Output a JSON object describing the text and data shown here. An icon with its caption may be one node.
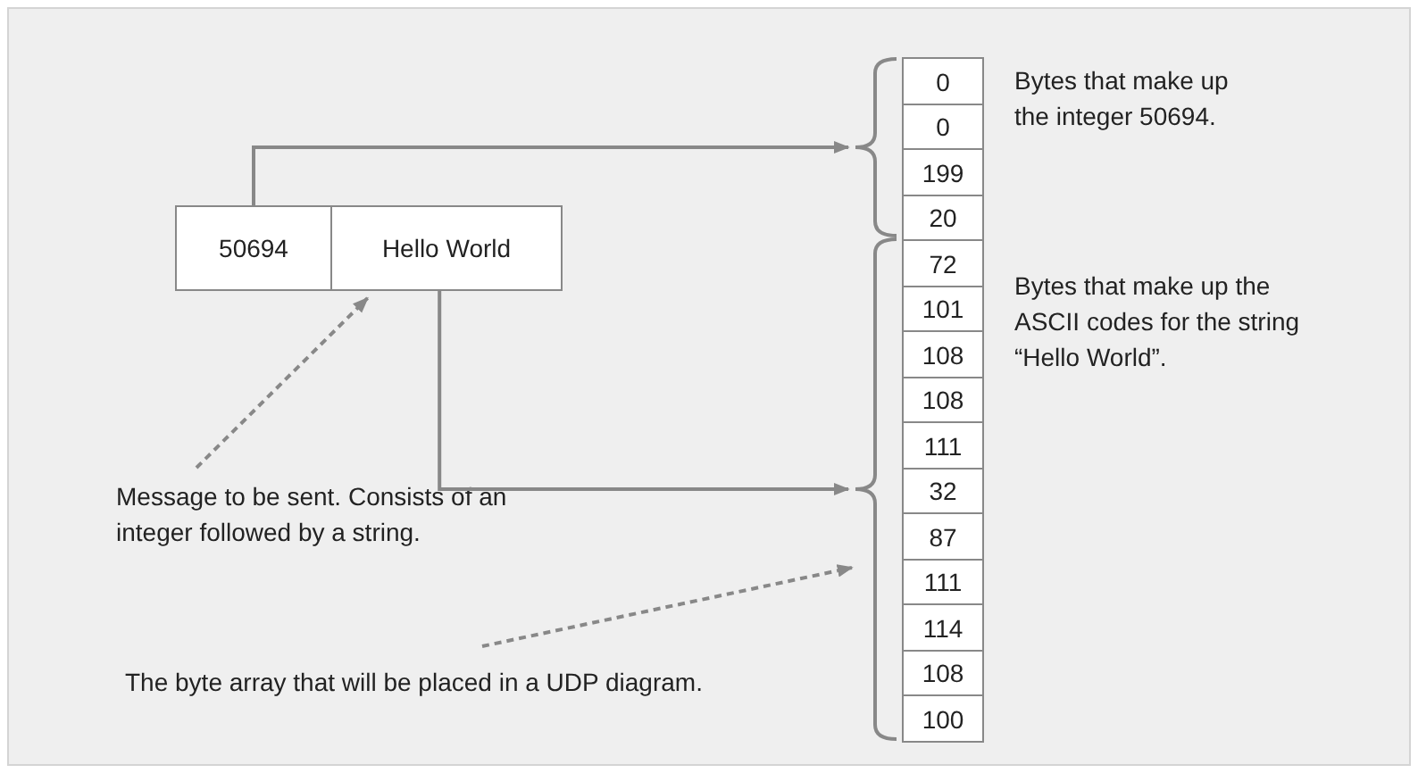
{
  "diagram": {
    "nodes": [
      {
        "text": [
          "50694"
        ]
      },
      {
        "text": [
          "Hello World"
        ]
      },
      {
        "text": [],
        "shape": "bracket"
      },
      {
        "text": [],
        "shape": "bracket"
      },
      {
        "text": [
          "0"
        ]
      },
      {
        "text": [
          "0"
        ]
      },
      {
        "text": [
          "199"
        ]
      },
      {
        "text": [
          "20"
        ]
      },
      {
        "text": [
          "72"
        ]
      },
      {
        "text": [
          "101"
        ]
      },
      {
        "text": [
          "108"
        ]
      },
      {
        "text": [
          "108"
        ]
      },
      {
        "text": [
          "111"
        ]
      },
      {
        "text": [
          "32"
        ]
      },
      {
        "text": [
          "87"
        ]
      },
      {
        "text": [
          "111"
        ]
      },
      {
        "text": [
          "114"
        ]
      },
      {
        "text": [
          "108"
        ]
      },
      {
        "text": [
          "100"
        ]
      },
      {
        "text": [
          "Message to be sent. Consists of an integer followed by a string."
        ]
      },
      {
        "text": [
          "The byte array that will be placed in a UDP diagram."
        ]
      }
    ],
    "edges": [
      {
        "from": 0,
        "to": 2,
        "arrow": "to"
      },
      {
        "from": 1,
        "to": 3,
        "arrow": "to"
      },
      {
        "from": 19,
        "to": 1,
        "arrow": "to",
        "style": "dashed"
      },
      {
        "from": 20,
        "to": 3,
        "arrow": "to",
        "style": "dashed"
      }
    ],
    "labels": [
      "Bytes that make up the integer 50694.",
      "Bytes that make up the ASCII codes for the string “Hello World”."
    ]
  }
}
